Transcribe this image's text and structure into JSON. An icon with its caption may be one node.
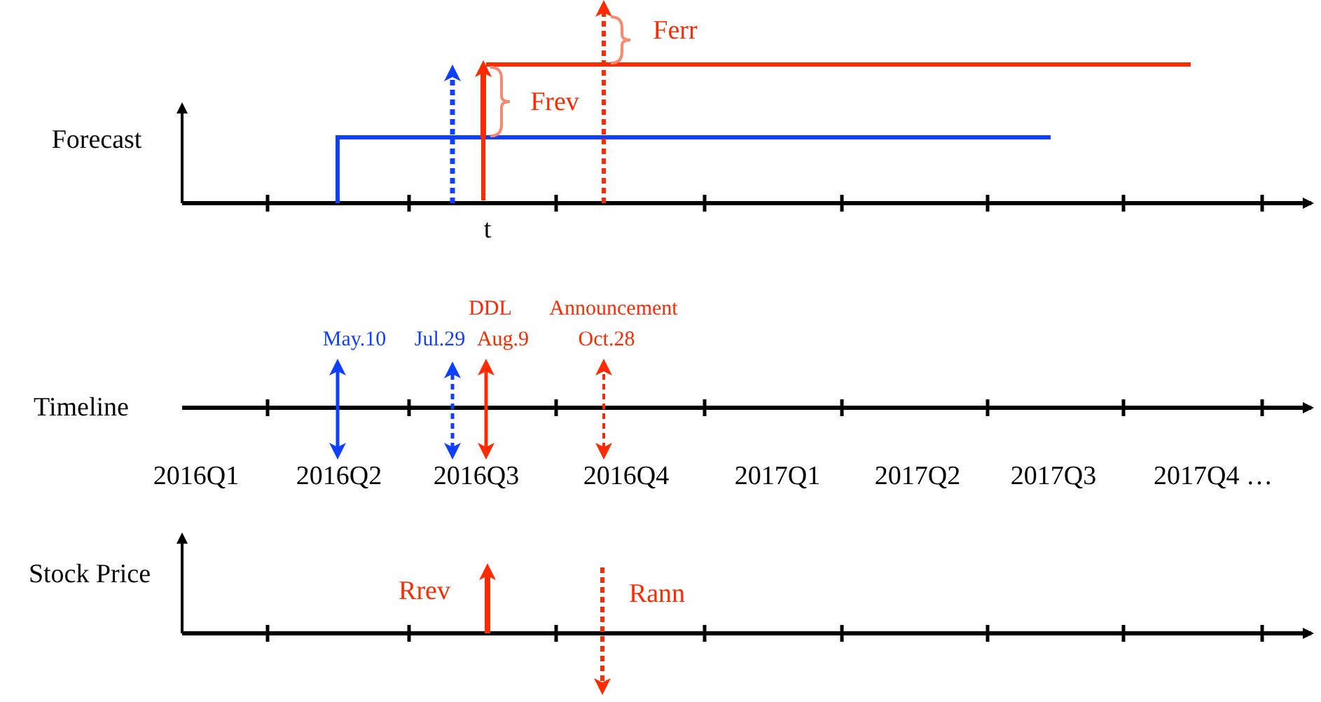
{
  "diagram": {
    "labels": [
      "Ferr",
      "Frev",
      "Forecast",
      "t",
      "DDL",
      "Announcement",
      "May.10",
      "Jul.29",
      "Aug.9",
      "Oct.28",
      "Timeline",
      "2016Q1",
      "2016Q2",
      "2016Q3",
      "2016Q4",
      "2017Q1",
      "2017Q2",
      "2017Q3",
      "2017Q4 …",
      "Stock Price",
      "Rrev",
      "Rann"
    ]
  }
}
